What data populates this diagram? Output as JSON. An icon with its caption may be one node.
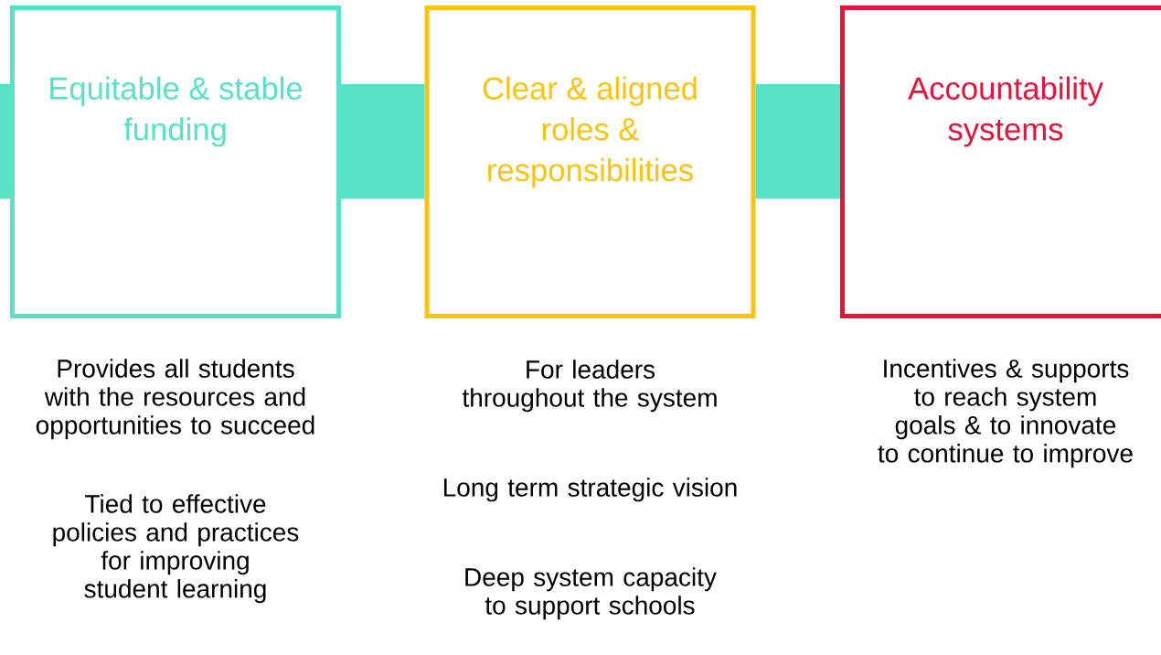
{
  "diagram": {
    "nodes": [
      {
        "text": [
          "Equitable & stable funding"
        ],
        "beside": [
          "Provides all students with the resources and opportunities to succeed",
          "Tied to effective policies and practices for improving student learning"
        ]
      },
      {
        "text": [
          "Clear & aligned roles & responsibilities"
        ],
        "beside": [
          "For leaders throughout the system",
          "Long term strategic vision",
          "Deep system capacity to support schools"
        ]
      },
      {
        "text": [
          "Accountability systems"
        ],
        "beside": [
          "Incentives & supports to reach system goals & to innovate to continue to improve"
        ]
      }
    ],
    "edges": [
      {
        "from": null,
        "to": 0,
        "arrow": "none"
      },
      {
        "from": 0,
        "to": 1,
        "arrow": "none"
      },
      {
        "from": 1,
        "to": 2,
        "arrow": "none"
      }
    ]
  }
}
